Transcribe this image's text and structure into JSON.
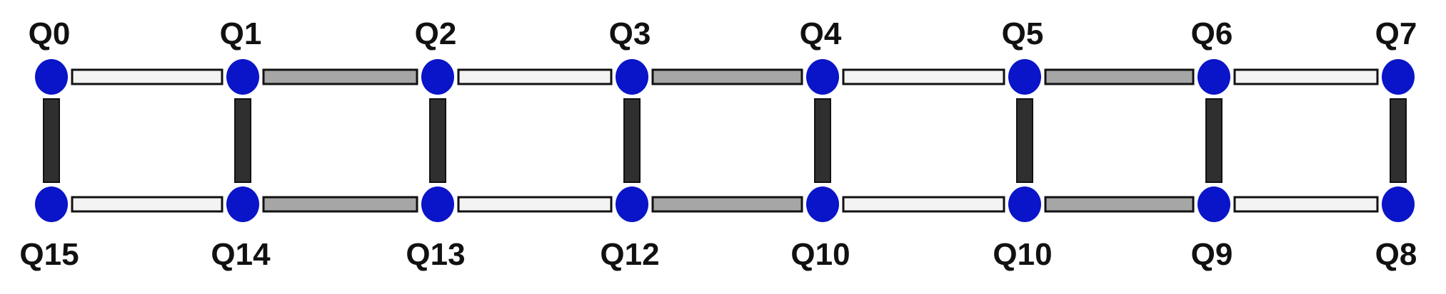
{
  "colors": {
    "qubit": "#0a14c8",
    "coupler_light": "#f3f3f3",
    "coupler_mid": "#a6a6a6",
    "coupler_dark": "#2f2f2f",
    "outline": "#111111"
  },
  "top_row": [
    "Q0",
    "Q1",
    "Q2",
    "Q3",
    "Q4",
    "Q5",
    "Q6",
    "Q7"
  ],
  "bottom_row": [
    "Q15",
    "Q14",
    "Q13",
    "Q12",
    "Q10",
    "Q10",
    "Q9",
    "Q8"
  ],
  "couplers": {
    "top": [
      "light",
      "mid",
      "light",
      "mid",
      "light",
      "mid",
      "light"
    ],
    "bottom": [
      "light",
      "mid",
      "light",
      "mid",
      "light",
      "mid",
      "light"
    ],
    "vertical": [
      "dark",
      "dark",
      "dark",
      "dark",
      "dark",
      "dark",
      "dark",
      "dark"
    ]
  }
}
